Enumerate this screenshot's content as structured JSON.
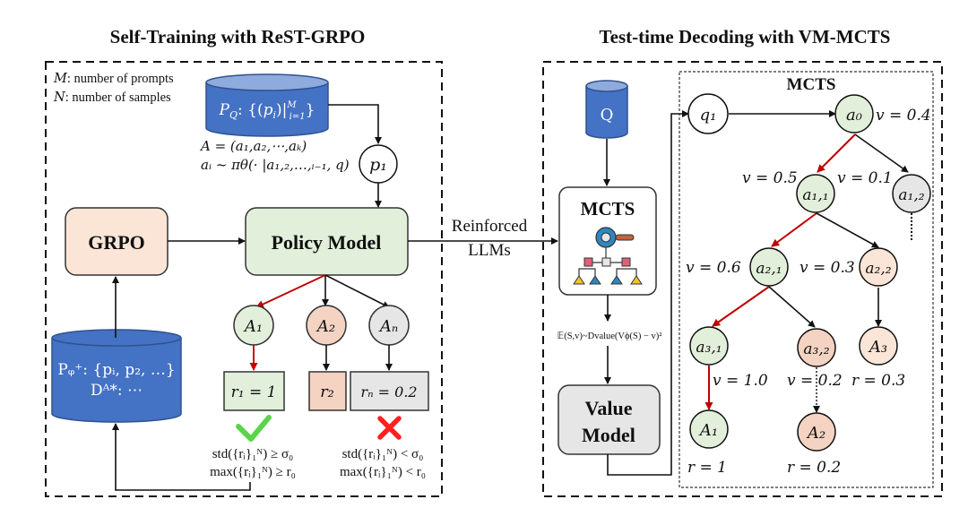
{
  "left_panel": {
    "title": "Self-Training with ReST-GRPO",
    "legend": [
      {
        "symbol": "M",
        "text": ": number of prompts"
      },
      {
        "symbol": "N",
        "text": ": number of samples"
      }
    ],
    "prompt_db": {
      "label": "P_Q: {(p_i)|_{i=1}^M}",
      "main": "P",
      "sub": "Q",
      "rest": ": {(p",
      "rest2": ")|",
      "sup": "M",
      "sub2": "i=1",
      "close": "}"
    },
    "action_def_1": "A = (a₁,a₂,⋯,aₖ)",
    "action_def_2": "aᵢ ~ πθ(· |a₁,₂,…,ᵢ₋₁, q)",
    "prompt_node": "p₁",
    "grpo_label": "GRPO",
    "policy_label": "Policy Model",
    "samples": [
      {
        "label": "A₁",
        "color": "#e2efda",
        "reward": "r₁ = 1"
      },
      {
        "label": "A₂",
        "color": "#f6d5c4",
        "reward": "r₂"
      },
      {
        "label": "Aₙ",
        "color": "#e6e6e6",
        "reward": "rₙ = 0.2"
      }
    ],
    "pass_conditions": [
      "std({rᵢ}₁ᴺ) ≥ σ₀",
      "max({rᵢ}₁ᴺ) ≥ r₀"
    ],
    "fail_conditions": [
      "std({rᵢ}₁ᴺ) < σ₀",
      "max({rᵢ}₁ᴺ) < r₀"
    ],
    "filtered_db": {
      "line1": "Pᵩ⁺: {pᵢ, p₂, …}",
      "line2": "Dᴬ*: ⋯"
    },
    "pass_icon": "check-icon",
    "fail_icon": "cross-icon"
  },
  "connector": {
    "line1": "Reinforced",
    "line2": "LLMs"
  },
  "right_panel": {
    "title": "Test-time Decoding with VM-MCTS",
    "query_db": "Q",
    "mcts_box_label": "MCTS",
    "value_loss": "𝔼(S,v)~Dvalue(Vϕ(S) − v)²",
    "value_model_line1": "Value",
    "value_model_line2": "Model",
    "tree_title": "MCTS",
    "nodes": {
      "q1": "q₁",
      "a0": "a₀",
      "a11": "a₁,₁",
      "a12": "a₁,₂",
      "a21": "a₂,₁",
      "a22": "a₂,₂",
      "a31": "a₃,₁",
      "a32": "a₃,₂",
      "A3": "A₃",
      "A1": "A₁",
      "A2": "A₂"
    },
    "values": {
      "a0": "v = 0.4",
      "a11": "v = 0.5",
      "a12": "v = 0.1",
      "a21": "v = 0.6",
      "a22": "v = 0.3",
      "a31": "v = 1.0",
      "a32": "v = 0.2",
      "A3": "r = 0.3",
      "A1": "r = 1",
      "A2": "r = 0.2"
    }
  },
  "colors": {
    "db_blue": "#4472c4",
    "db_top": "#8faadc",
    "green_fill": "#e2efda",
    "peach_fill": "#fbe5d6",
    "salmon_fill": "#f4d3c2",
    "gray_fill": "#e6e6e6",
    "red_path": "#c00000",
    "check_green": "#5bd44a",
    "cross_red": "#ff2020"
  }
}
